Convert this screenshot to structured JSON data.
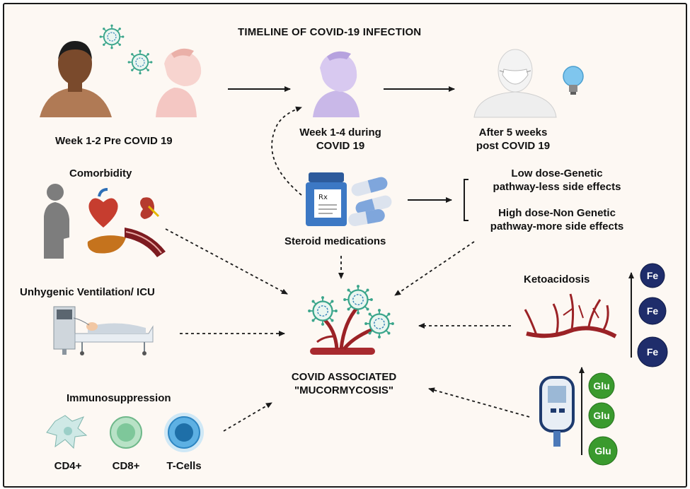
{
  "title": "TIMELINE OF COVID-19 INFECTION",
  "stages": {
    "pre": "Week 1-2 Pre COVID 19",
    "during_line1": "Week 1-4 during",
    "during_line2": "COVID 19",
    "after_line1": "After 5 weeks",
    "after_line2": "post COVID 19"
  },
  "steroid": {
    "label": "Steroid medications",
    "low_dose_line1": "Low dose-Genetic",
    "low_dose_line2": "pathway-less side effects",
    "high_dose_line1": "High dose-Non Genetic",
    "high_dose_line2": "pathway-more side effects"
  },
  "factors": {
    "comorbidity": "Comorbidity",
    "ventilation": "Unhygenic Ventilation/ ICU",
    "immunosuppression": "Immunosuppression",
    "ketoacidosis": "Ketoacidosis"
  },
  "cells": [
    "CD4+",
    "CD8+",
    "T-Cells"
  ],
  "outcome": {
    "line1": "COVID ASSOCIATED",
    "line2": "\"MUCORMYCOSIS\""
  },
  "iron_badges": [
    "Fe",
    "Fe",
    "Fe"
  ],
  "glucose_badges": [
    "Glu",
    "Glu",
    "Glu"
  ],
  "colors": {
    "frame_bg": "#fdf8f3",
    "iron_badge": "#1f2d6b",
    "glucose_badge": "#3a9a2e",
    "vessel": "#9b2226",
    "virus": "#3aa58b",
    "arrow": "#1a1a1a"
  },
  "icons": [
    "virus-icon",
    "person-icon",
    "masked-person-icon",
    "lightbulb-icon",
    "pill-bottle-icon",
    "capsule-icon",
    "body-silhouette-icon",
    "heart-icon",
    "kidney-icon",
    "liver-icon",
    "blood-vessel-icon",
    "hospital-bed-icon",
    "fungus-icon",
    "glucometer-icon",
    "cell-icon"
  ]
}
